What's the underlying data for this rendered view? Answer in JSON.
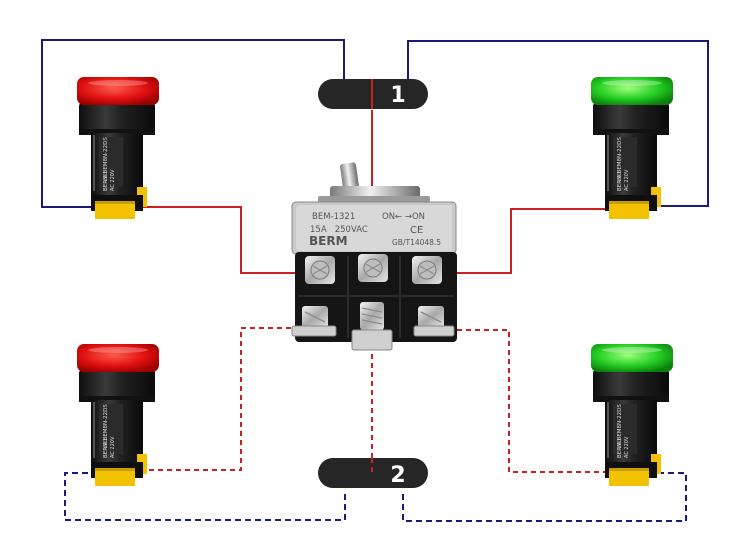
{
  "terminal_labels": {
    "top": "1",
    "bottom": "2"
  },
  "switch": {
    "model": "BEM-1321",
    "mode": "ON← →ON",
    "rating": "15A   250VAC",
    "brand": "BERM",
    "ce_mark": "CE",
    "standard": "GB/T14048.5"
  },
  "lamp_label": {
    "brand_line": "BERM BEM8N-22DS",
    "voltage_line": "AC 220V",
    "led_line": "LED"
  },
  "lamps": [
    {
      "id": "top-left",
      "color": "red"
    },
    {
      "id": "top-right",
      "color": "green"
    },
    {
      "id": "bottom-left",
      "color": "red"
    },
    {
      "id": "bottom-right",
      "color": "green"
    }
  ],
  "colors": {
    "red_lens": "#e01010",
    "green_lens": "#22cc22",
    "wire_red": "#cc1f1f",
    "wire_blue": "#1a1a7a",
    "label_pill": "#262626",
    "lamp_body": "#1d1d1d",
    "lamp_terminal": "#f2c200"
  },
  "legend": {
    "solid_wire": "solid",
    "dashed_wire": "dashed"
  }
}
